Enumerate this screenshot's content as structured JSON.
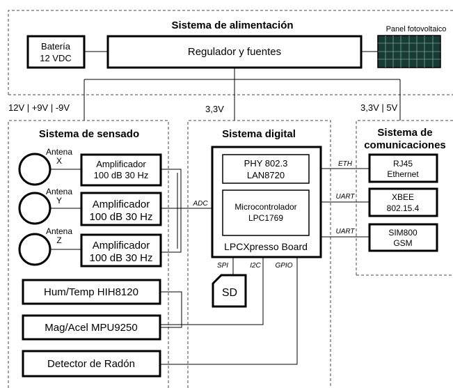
{
  "power": {
    "title": "Sistema de alimentación",
    "battery": [
      "Batería",
      "12 VDC"
    ],
    "regulator": "Regulador y fuentes",
    "panel": "Panel fotovoltaico",
    "rail_left": "12V | +9V | -9V",
    "rail_mid": "3,3V",
    "rail_right": "3,3V | 5V"
  },
  "sensing": {
    "title": "Sistema de sensado",
    "antennas": [
      {
        "label": [
          "Antena",
          "X"
        ],
        "amp": [
          "Amplificador",
          "100 dB  30 Hz"
        ]
      },
      {
        "label": [
          "Antena",
          "Y"
        ],
        "amp": [
          "Amplificador",
          "100 dB  30 Hz"
        ]
      },
      {
        "label": [
          "Antena",
          "Z"
        ],
        "amp": [
          "Amplificador",
          "100 dB  30 Hz"
        ]
      }
    ],
    "sensors": [
      "Hum/Temp HIH8120",
      "Mag/Acel MPU9250",
      "Detector de Radón"
    ]
  },
  "digital": {
    "title": "Sistema digital",
    "phy": [
      "PHY 802.3",
      "LAN8720"
    ],
    "mcu": [
      "Microcontrolador",
      "LPC1769"
    ],
    "board": "LPCXpresso Board",
    "sd": "SD",
    "bus_adc": "ADC",
    "bus_spi": "SPI",
    "bus_i2c": "I2C",
    "bus_gpio": "GPIO"
  },
  "comms": {
    "title": [
      "Sistema de",
      "comunicaciones"
    ],
    "modules": [
      {
        "bus": "ETH",
        "lines": [
          "RJ45",
          "Ethernet"
        ]
      },
      {
        "bus": "UART",
        "lines": [
          "XBEE",
          "802.15.4"
        ]
      },
      {
        "bus": "UART",
        "lines": [
          "SIM800",
          "GSM"
        ]
      }
    ]
  },
  "colors": {
    "line": "#000000",
    "dashed": "#444444",
    "panel_fill": "#1a3a34",
    "panel_grid": "#8fd4c4"
  }
}
